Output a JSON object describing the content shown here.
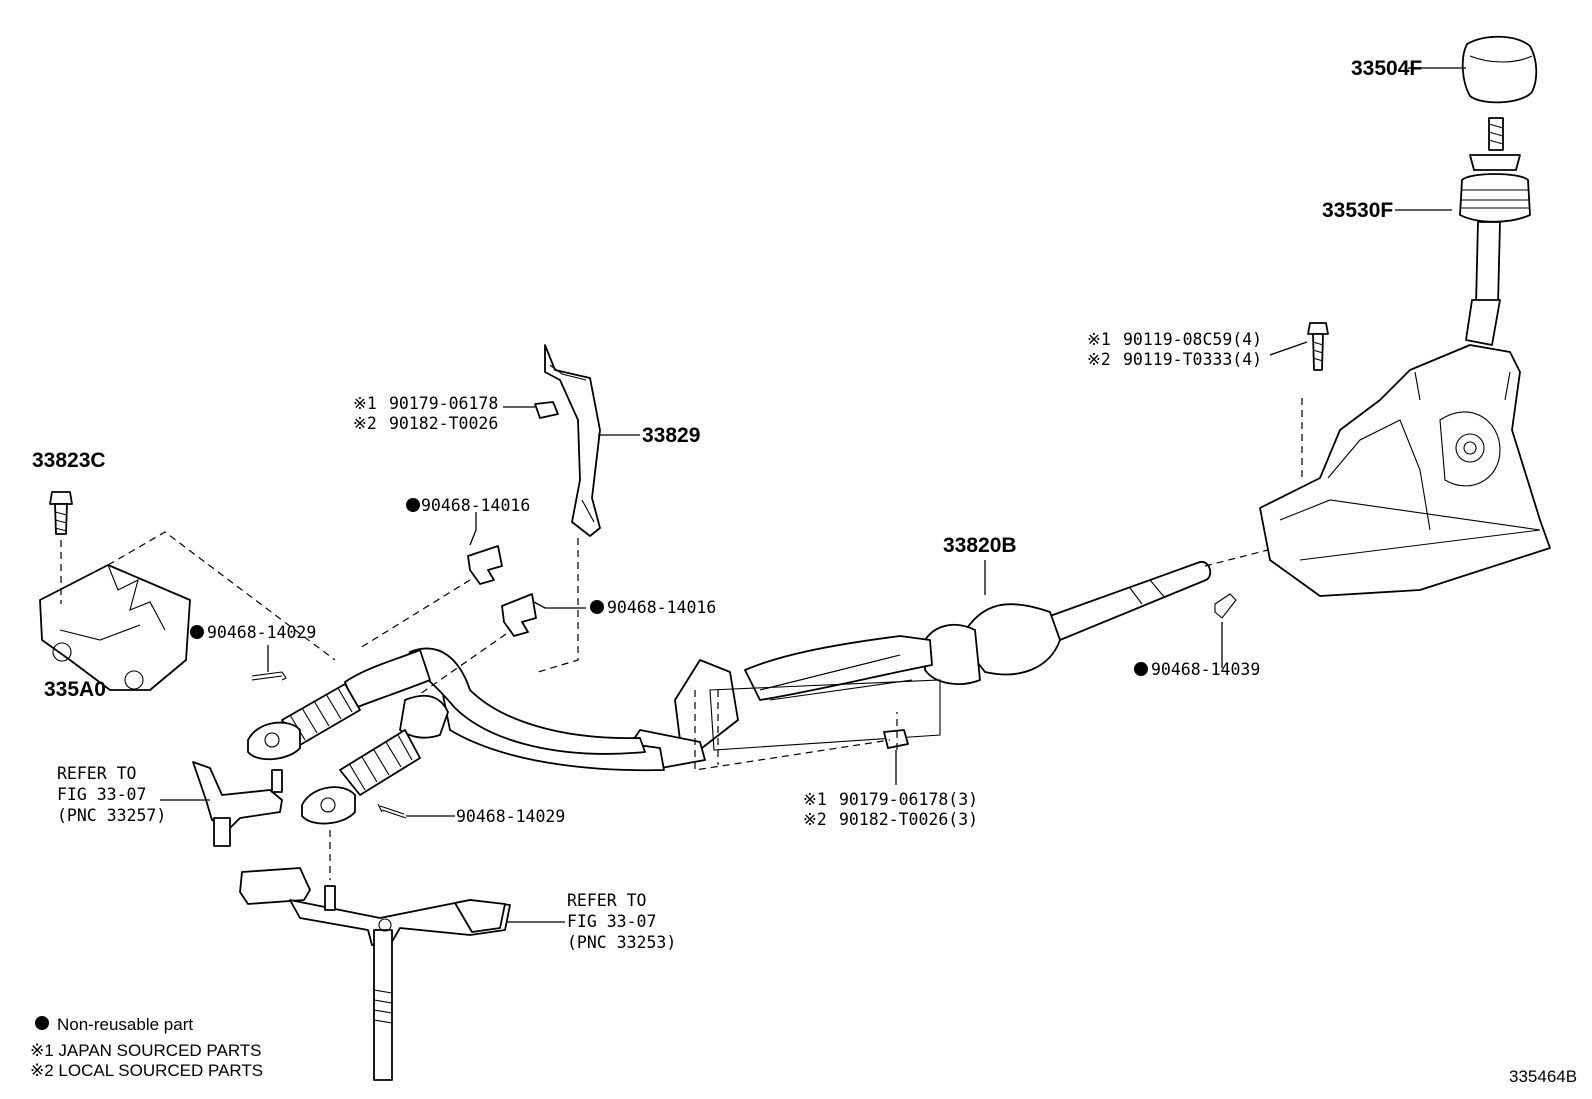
{
  "labels": {
    "knob": "33504F",
    "boot": "33530F",
    "bolt_j": "90119-08C59(4)",
    "bolt_l": "90119-T0333(4)",
    "nut_top_j": "90179-06178",
    "nut_top_l": "90182-T0026",
    "retainer": "33829",
    "clip_upper": "90468-14016",
    "clip_mid": "90468-14016",
    "bracket_bolt": "33823C",
    "clip_left": "90468-14029",
    "bracket": "335A0",
    "cable": "33820B",
    "clip_right": "90468-14039",
    "nut_bot_j": "90179-06178(3)",
    "nut_bot_l": "90182-T0026(3)",
    "clip_lower": "90468-14029",
    "ref1_line1": "REFER TO",
    "ref1_line2": "FIG 33-07",
    "ref1_line3": "(PNC 33257)",
    "ref2_line1": "REFER TO",
    "ref2_line2": "FIG 33-07",
    "ref2_line3": "(PNC 33253)",
    "mark1": "※1",
    "mark2": "※2"
  },
  "legend": {
    "nonreusable": "Non-reusable part",
    "japan": "※1 JAPAN SOURCED PARTS",
    "local": "※2 LOCAL SOURCED PARTS"
  },
  "figure_id": "335464B"
}
